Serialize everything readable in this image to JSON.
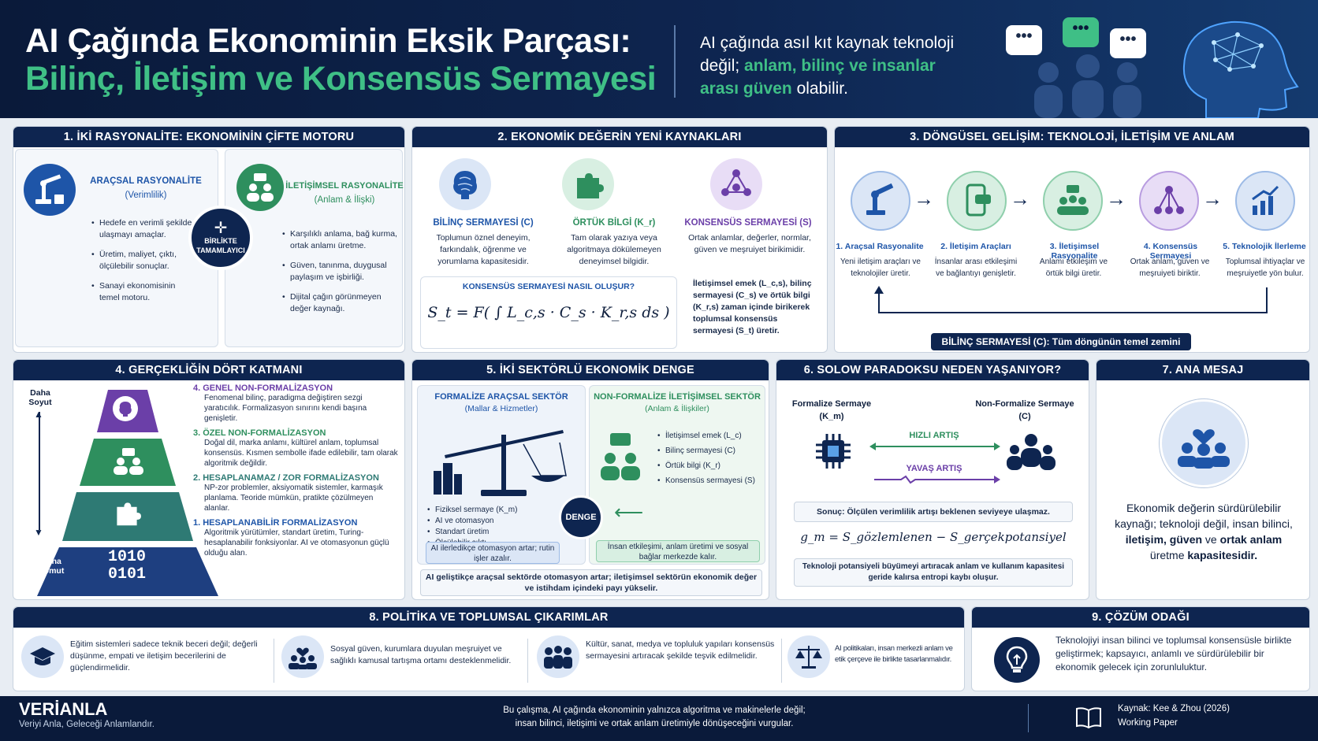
{
  "header": {
    "title_line1": "AI Çağında Ekonominin Eksik Parçası:",
    "title_line2": "Bilinç, İletişim ve Konsensüs Sermayesi",
    "tagline_1": "AI çağında asıl kıt kaynak teknoloji değil;",
    "tagline_hl": "anlam, bilinç ve insanlar arası güven",
    "tagline_2": "olabilir.",
    "bubble": "•••"
  },
  "s1": {
    "title": "1. İKİ RASYONALİTE: EKONOMİNİN ÇİFTE MOTORU",
    "left": {
      "heading": "ARAÇSAL RASYONALİTE",
      "sub": "(Verimlilik)",
      "items": [
        "Hedefe en verimli şekilde ulaşmayı amaçlar.",
        "Üretim, maliyet, çıktı, ölçülebilir sonuçlar.",
        "Sanayi ekonomisinin temel motoru."
      ]
    },
    "center": {
      "symbol": "✛",
      "label": "BİRLİKTE TAMAMLAYICI"
    },
    "right": {
      "heading": "İLETİŞİMSEL RASYONALİTE",
      "sub": "(Anlam & İlişki)",
      "items": [
        "Karşılıklı anlama, bağ kurma, ortak anlamı üretme.",
        "Güven, tanınma, duygusal paylaşım ve işbirliği.",
        "Dijital çağın görünmeyen değer kaynağı."
      ]
    }
  },
  "s2": {
    "title": "2. EKONOMİK DEĞERİN YENİ KAYNAKLARI",
    "cols": [
      {
        "heading": "BİLİNÇ SERMAYESİ (C)",
        "text": "Toplumun öznel deneyim, farkındalık, öğrenme ve yorumlama kapasitesidir."
      },
      {
        "heading": "ÖRTÜK BİLGİ (K_r)",
        "text": "Tam olarak yazıya veya algoritmaya dökülemeyen deneyimsel bilgidir."
      },
      {
        "heading": "KONSENSÜS SERMAYESİ (S)",
        "text": "Ortak anlamlar, değerler, normlar, güven ve meşruiyet birikimidir."
      }
    ],
    "formula_title": "KONSENSÜS SERMAYESİ NASIL OLUŞUR?",
    "formula": "S_t = F( ∫ L_c,s · C_s · K_r,s ds )",
    "formula_desc": "İletişimsel emek (L_c,s), bilinç sermayesi (C_s) ve örtük bilgi (K_r,s) zaman içinde birikerek toplumsal konsensüs sermayesi (S_t) üretir."
  },
  "s3": {
    "title": "3. DÖNGÜSEL GELİŞİM: TEKNOLOJİ, İLETİŞİM VE ANLAM",
    "steps": [
      {
        "label": "1. Araçsal Rasyonalite",
        "text": "Yeni iletişim araçları ve teknolojiler üretir."
      },
      {
        "label": "2. İletişim Araçları",
        "text": "İnsanlar arası etkileşimi ve bağlantıyı genişletir."
      },
      {
        "label": "3. İletişimsel Rasyonalite",
        "text": "Anlamı etkileşim ve örtük bilgi üretir."
      },
      {
        "label": "4. Konsensüs Sermayesi",
        "text": "Ortak anlam, güven ve meşruiyeti biriktir."
      },
      {
        "label": "5. Teknolojik İlerleme",
        "text": "Toplumsal ihtiyaçlar ve meşruiyetle yön bulur."
      }
    ],
    "base": "BİLİNÇ SERMAYESİ (C): Tüm döngünün temel zemini"
  },
  "s4": {
    "title": "4. GERÇEKLİĞİN DÖRT KATMANI",
    "top_label": "Daha Soyut",
    "bottom_label": "Daha Somut",
    "binary_1": "1010",
    "binary_2": "0101",
    "layers": [
      {
        "heading": "4. GENEL NON-FORMALİZASYON",
        "text": "Fenomenal bilinç, paradigma değiştiren sezgi yaratıcılık. Formalizasyon sınırını kendi başına genişletir."
      },
      {
        "heading": "3. ÖZEL NON-FORMALİZASYON",
        "text": "Doğal dil, marka anlamı, kültürel anlam, toplumsal konsensüs. Kısmen sembolle ifade edilebilir, tam olarak algoritmik değildir."
      },
      {
        "heading": "2. HESAPLANAMAZ / ZOR FORMALİZASYON",
        "text": "NP-zor problemler, aksiyomatik sistemler, karmaşık planlama. Teoride mümkün, pratikte çözülmeyen alanlar."
      },
      {
        "heading": "1. HESAPLANABİLİR FORMALİZASYON",
        "text": "Algoritmik yürütümler, standart üretim, Turing-hesaplanabilir fonksiyonlar. AI ve otomasyonun güçlü olduğu alan."
      }
    ]
  },
  "s5": {
    "title": "5. İKİ SEKTÖRLÜ EKONOMİK DENGE",
    "left": {
      "heading": "FORMALİZE ARAÇSAL SEKTÖR",
      "sub": "(Mallar & Hizmetler)",
      "items": [
        "Fiziksel sermaye (K_m)",
        "AI ve otomasyon",
        "Standart üretim",
        "Ölçülebilir çıktı"
      ],
      "note": "AI ilerledikçe otomasyon artar; rutin işler azalır."
    },
    "right": {
      "heading": "NON-FORMALİZE İLETİŞİMSEL SEKTÖR",
      "sub": "(Anlam & İlişkiler)",
      "items": [
        "İletişimsel emek (L_c)",
        "Bilinç sermayesi (C)",
        "Örtük bilgi (K_r)",
        "Konsensüs sermayesi (S)"
      ],
      "note": "İnsan etkileşimi, anlam üretimi ve sosyal bağlar merkezde kalır."
    },
    "center": "DENGE",
    "arrow": "⟵",
    "bottom": "AI geliştikçe araçsal sektörde otomasyon artar; iletişimsel sektörün ekonomik değer ve istihdam içindeki payı yükselir."
  },
  "s6": {
    "title": "6. SOLOW PARADOKSU NEDEN YAŞANIYOR?",
    "left_heading": "Formalize Sermaye",
    "left_sym": "(K_m)",
    "right_heading": "Non-Formalize Sermaye",
    "right_sym": "(C)",
    "fast": "HIZLI ARTIŞ",
    "slow": "YAVAŞ ARTIŞ",
    "result": "Sonuç: Ölçülen verimlilik artışı beklenen seviyeye ulaşmaz.",
    "formula": "g_m = S_gözlemlenen − S_gerçekpotansiyel",
    "note": "Teknoloji potansiyeli büyümeyi artıracak anlam ve kullanım kapasitesi geride kalırsa entropi kaybı oluşur."
  },
  "s7": {
    "title": "7. ANA MESAJ",
    "p1": "Ekonomik değerin sürdürülebilir kaynağı; teknoloji değil,",
    "p2": "insan bilinci,",
    "p3": "iletişim, güven",
    "p4": "ve",
    "p5": "ortak anlam",
    "p6": "üretme",
    "p7": "kapasitesidir."
  },
  "s8": {
    "title": "8. POLİTİKA VE TOPLUMSAL ÇIKARIMLAR",
    "items": [
      {
        "icon": "graduation-cap-icon",
        "text": "Eğitim sistemleri sadece teknik beceri değil; değerli düşünme, empati ve iletişim becerilerini de güçlendirmelidir."
      },
      {
        "icon": "community-icon",
        "text": "Sosyal güven, kurumlara duyulan meşruiyet ve sağlıklı kamusal tartışma ortamı desteklenmelidir."
      },
      {
        "icon": "people-group-icon",
        "text": "Kültür, sanat, medya ve topluluk yapıları konsensüs sermayesini artıracak şekilde teşvik edilmelidir."
      },
      {
        "icon": "scales-icon",
        "text": "AI politikaları, insan merkezli anlam ve etik çerçeve ile birlikte tasarlanmalıdır."
      }
    ]
  },
  "s9": {
    "title": "9. ÇÖZÜM ODAĞI",
    "text": "Teknolojiyi insan bilinci ve toplumsal konsensüsle birlikte geliştirmek; kapsayıcı, anlamlı ve sürdürülebilir bir ekonomik gelecek için zorunluluktur."
  },
  "footer": {
    "brand": "VERİANLA",
    "slogan": "Veriyi Anla, Geleceği Anlamlandır.",
    "center_1": "Bu çalışma, AI çağında ekonominin yalnızca algoritma ve makinelerle değil;",
    "center_2": "insan bilinci, iletişimi ve ortak anlam üretimiyle dönüşeceğini vurgular.",
    "source": "Kaynak: Kee & Zhou (2026)",
    "source_type": "Working Paper"
  },
  "colors": {
    "navy": "#0e2550",
    "green": "#3fbf86",
    "blue": "#1e55a8",
    "purple": "#6b3fa8"
  }
}
